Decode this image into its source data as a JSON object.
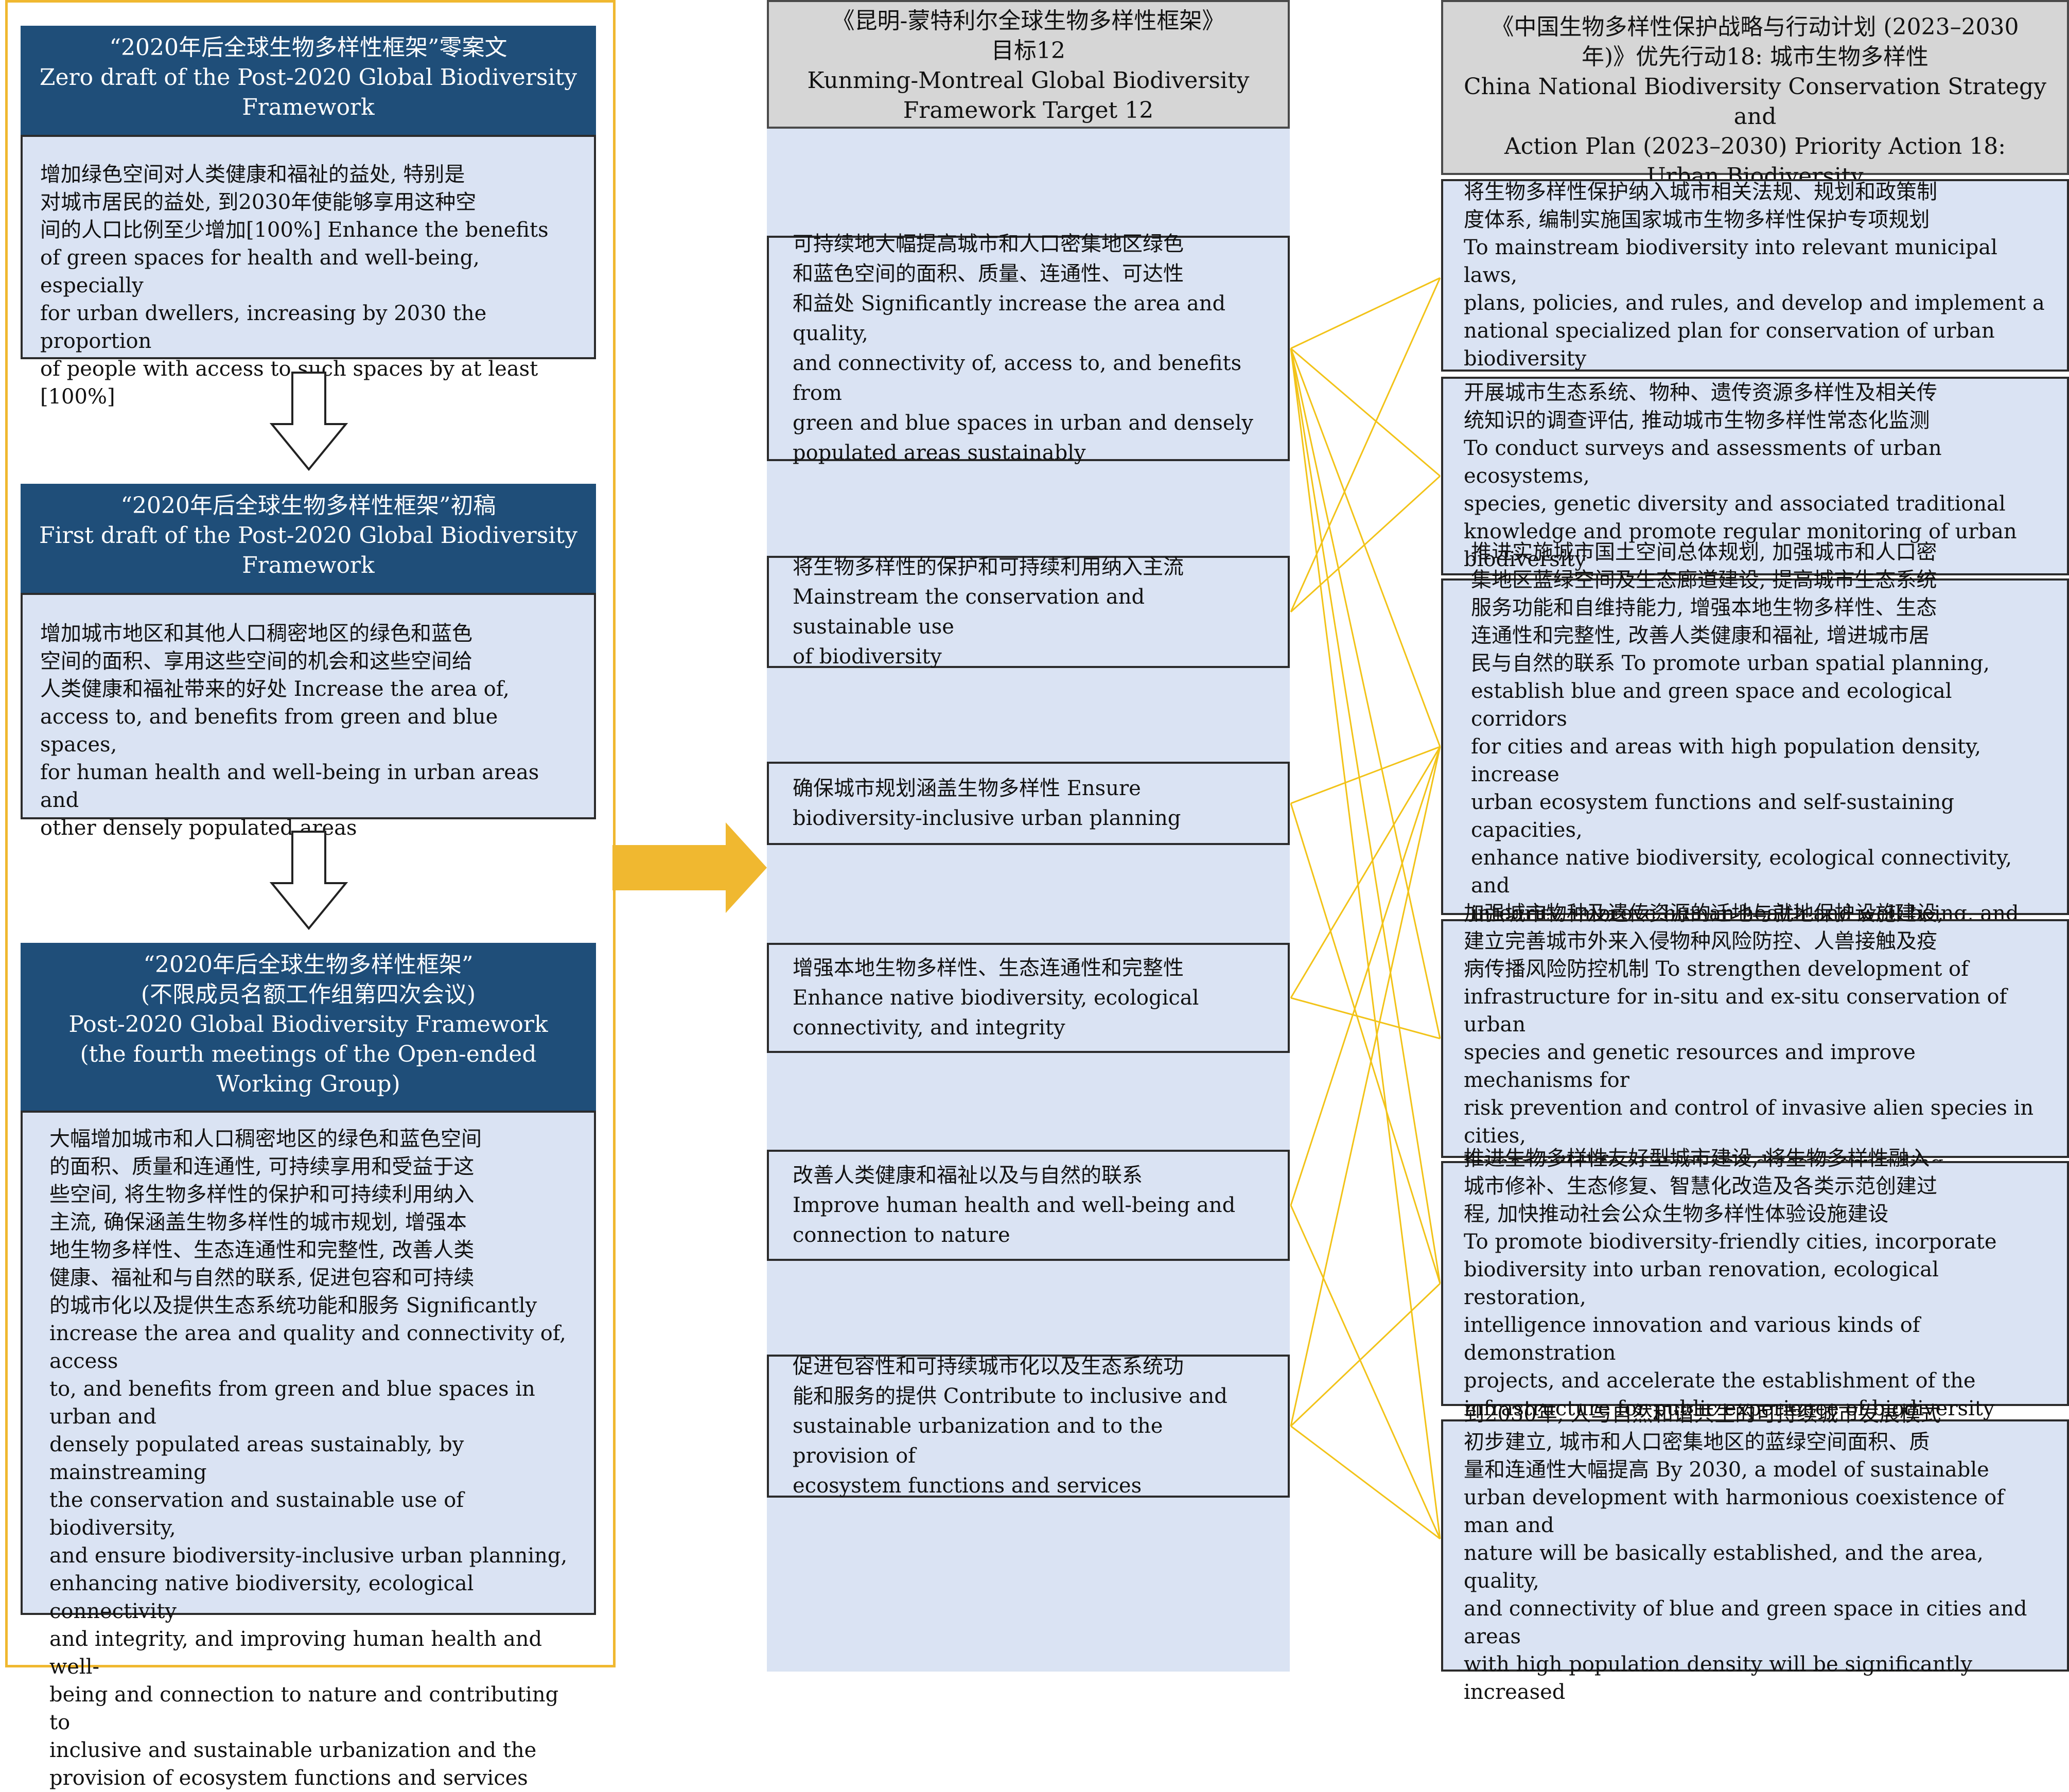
{
  "left": {
    "zero_header": "“2020年后全球生物多样性框架”零案文\nZero draft of the Post-2020 Global Biodiversity\nFramework",
    "zero_body": "增加绿色空间对人类健康和福祉的益处, 特别是\n对城市居民的益处, 到2030年使能够享用这种空\n间的人口比例至少增加[100%] Enhance the benefits\nof green spaces for health and well-being, especially\nfor urban dwellers, increasing by 2030 the proportion\nof people with access to such spaces by at least [100%]",
    "first_header": "“2020年后全球生物多样性框架”初稿\nFirst draft of the Post-2020 Global Biodiversity\nFramework",
    "first_body": "增加城市地区和其他人口稠密地区的绿色和蓝色\n空间的面积、享用这些空间的机会和这些空间给\n人类健康和福祉带来的好处 Increase the area of,\naccess to, and benefits from green and blue spaces,\nfor human health and well-being in urban areas and\nother densely populated areas",
    "fourth_header": "“2020年后全球生物多样性框架”\n(不限成员名额工作组第四次会议)\nPost-2020 Global Biodiversity Framework\n(the fourth meetings of the Open-ended\nWorking Group)",
    "fourth_body": "大幅增加城市和人口稠密地区的绿色和蓝色空间\n的面积、质量和连通性, 可持续享用和受益于这\n些空间, 将生物多样性的保护和可持续利用纳入\n主流, 确保涵盖生物多样性的城市规划, 增强本\n地生物多样性、生态连通性和完整性, 改善人类\n健康、福祉和与自然的联系, 促进包容和可持续\n的城市化以及提供生态系统功能和服务 Significantly\nincrease the area and quality and connectivity of, access\nto, and benefits from green and blue spaces in urban and\ndensely populated areas sustainably, by mainstreaming\nthe conservation and sustainable use of biodiversity,\nand ensure biodiversity-inclusive urban planning,\nenhancing native biodiversity, ecological connectivity\nand integrity, and improving human health and well-\nbeing and connection to nature and contributing to\ninclusive and sustainable urbanization and the\nprovision of ecosystem functions and services"
  },
  "middle": {
    "header": "《昆明-蒙特利尔全球生物多样性框架》\n目标12\nKunming-Montreal Global Biodiversity\nFramework Target 12",
    "items": [
      "可持续地大幅提高城市和人口密集地区绿色\n和蓝色空间的面积、质量、连通性、可达性\n和益处 Significantly increase the area and quality,\nand connectivity of, access to, and benefits from\ngreen and blue spaces in urban and densely\npopulated areas sustainably",
      "将生物多样性的保护和可持续利用纳入主流\nMainstream the conservation and sustainable use\nof biodiversity",
      "确保城市规划涵盖生物多样性 Ensure\nbiodiversity-inclusive urban planning",
      "增强本地生物多样性、生态连通性和完整性\nEnhance native biodiversity, ecological\nconnectivity, and integrity",
      "改善人类健康和福祉以及与自然的联系\nImprove human health and well-being and\nconnection to nature",
      "促进包容性和可持续城市化以及生态系统功\n能和服务的提供 Contribute to inclusive and\nsustainable urbanization and to the provision of\necosystem functions and services"
    ]
  },
  "right": {
    "header": "《中国生物多样性保护战略与行动计划 (2023–2030\n年)》优先行动18: 城市生物多样性\nChina National Biodiversity Conservation Strategy and\nAction Plan (2023–2030) Priority Action 18:\nUrban Biodiversity",
    "items": [
      "将生物多样性保护纳入城市相关法规、规划和政策制\n度体系, 编制实施国家城市生物多样性保护专项规划\nTo mainstream biodiversity into relevant municipal laws,\nplans, policies, and rules, and develop and implement a\nnational specialized plan for conservation of urban\nbiodiversity",
      "开展城市生态系统、物种、遗传资源多样性及相关传\n统知识的调查评估, 推动城市生物多样性常态化监测\nTo conduct surveys and assessments of urban ecosystems,\nspecies, genetic diversity and associated traditional\nknowledge and promote regular monitoring of urban\nbiodiversity",
      "推进实施城市国土空间总体规划, 加强城市和人口密\n集地区蓝绿空间及生态廊道建设, 提高城市生态系统\n服务功能和自维持能力, 增强本地生物多样性、生态\n连通性和完整性, 改善人类健康和福祉, 增进城市居\n民与自然的联系 To promote urban spatial planning,\nestablish blue and green space and ecological corridors\nfor cities and areas with high population density, increase\nurban ecosystem functions and self-sustaining capacities,\nenhance native biodiversity, ecological connectivity, and\nintegrity, improve human health and well-being, and\nenhance connections between city citizens and nature",
      "加强城市物种及遗传资源的迁地与就地保护设施建设,\n建立完善城市外来入侵物种风险防控、人兽接触及疫\n病传播风险防控机制 To strengthen development of\ninfrastructure for in-situ and ex-situ conservation of urban\nspecies and genetic resources and improve mechanisms for\nrisk prevention and control of invasive alien species in cities,\nhuman-wildlife contact and disease spreading",
      "推进生物多样性友好型城市建设, 将生物多样性融入\n城市修补、生态修复、智慧化改造及各类示范创建过\n程, 加快推动社会公众生物多样性体验设施建设\nTo promote biodiversity-friendly cities, incorporate\nbiodiversity into urban renovation, ecological restoration,\nintelligence innovation and various kinds of demonstration\nprojects, and accelerate the establishment of the\ninfrastructure for public experience of biodiversity",
      "到2030年, 人与自然和谐共生的可持续城市发展模式\n初步建立, 城市和人口密集地区的蓝绿空间面积、质\n量和连通性大幅提高 By 2030, a model of sustainable\nurban development with harmonious coexistence of man and\nnature will be basically established, and the area, quality,\nand connectivity of blue and green space in cities and areas\nwith high population density will be significantly increased"
    ]
  },
  "connections": [
    [
      0,
      0
    ],
    [
      0,
      1
    ],
    [
      0,
      2
    ],
    [
      0,
      3
    ],
    [
      0,
      4
    ],
    [
      0,
      5
    ],
    [
      1,
      0
    ],
    [
      1,
      1
    ],
    [
      2,
      2
    ],
    [
      2,
      4
    ],
    [
      3,
      2
    ],
    [
      3,
      3
    ],
    [
      4,
      2
    ],
    [
      4,
      5
    ],
    [
      5,
      2
    ],
    [
      5,
      4
    ],
    [
      5,
      5
    ]
  ],
  "colors": {
    "navy": "#1f4e79",
    "light_blue": "#dae3f3",
    "grey_header": "#d6d6d6",
    "gold": "#f0b830",
    "connector": "#f2c318"
  }
}
